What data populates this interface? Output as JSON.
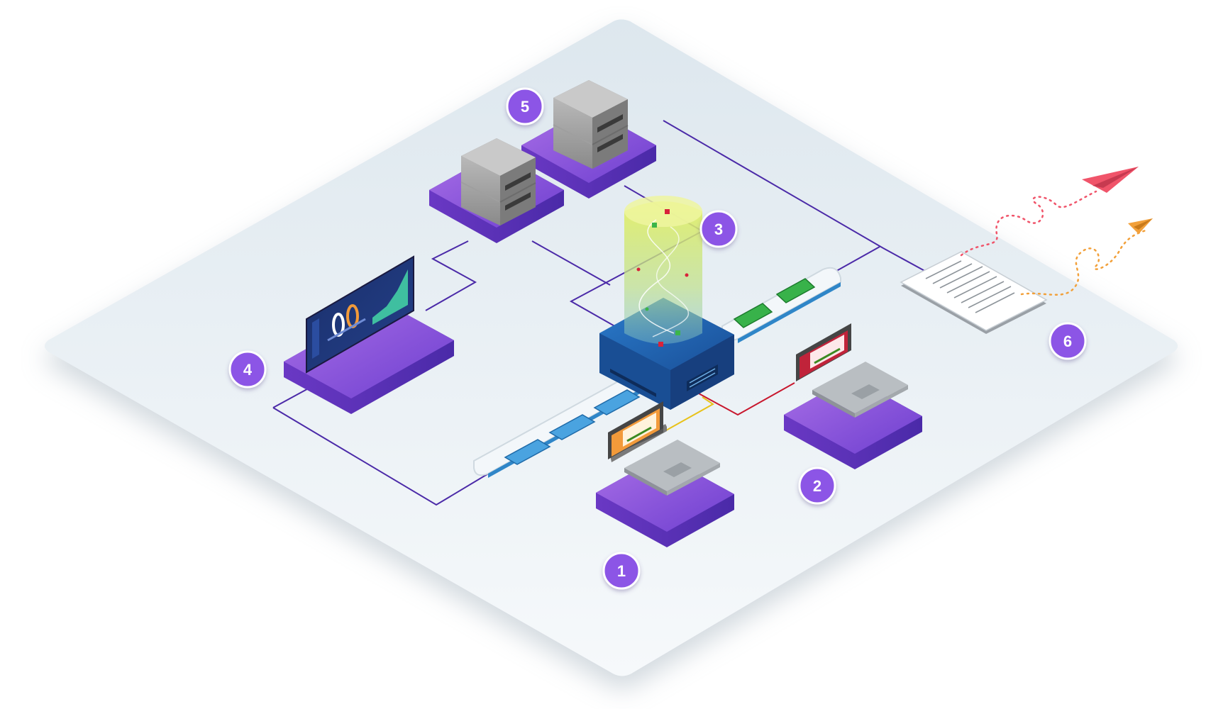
{
  "diagram": {
    "badges": [
      {
        "id": "laptop-orange",
        "label": "1"
      },
      {
        "id": "laptop-red",
        "label": "2"
      },
      {
        "id": "processing-column",
        "label": "3"
      },
      {
        "id": "dashboard-monitor",
        "label": "4"
      },
      {
        "id": "database-servers",
        "label": "5"
      },
      {
        "id": "report-document",
        "label": "6"
      }
    ]
  },
  "colors": {
    "background_plate": "#eef3f6",
    "platform_purple": "#7b4dd6",
    "hub_blue": "#1f5fae",
    "badge_purple": "#8c55e6",
    "connector_line": "#4b2aa8",
    "plane_red": "#f0546a",
    "plane_orange": "#f2a03a",
    "laptop1_screen": "#f29a3a",
    "laptop2_screen": "#c0233a",
    "belt_card_blue": "#4aa3e0",
    "belt_card_green": "#38b24a",
    "column_glow": "#d8ec5a"
  }
}
